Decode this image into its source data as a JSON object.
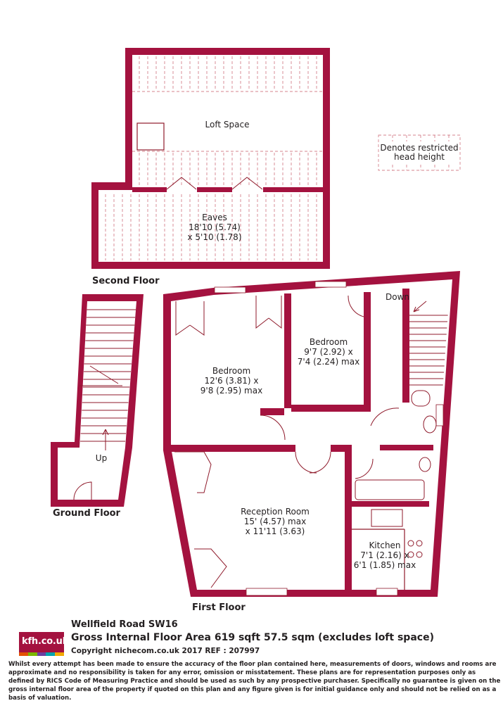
{
  "floors": {
    "second": "Second Floor",
    "first": "First Floor",
    "ground": "Ground Floor"
  },
  "rooms": {
    "loft": {
      "name": "Loft Space"
    },
    "eaves": {
      "name": "Eaves",
      "dim1": "18'10 (5.74)",
      "dim2": "x 5'10 (1.78)"
    },
    "bedroom1": {
      "name": "Bedroom",
      "dim1": "12'6 (3.81) x",
      "dim2": "9'8 (2.95) max"
    },
    "bedroom2": {
      "name": "Bedroom",
      "dim1": "9'7 (2.92) x",
      "dim2": "7'4 (2.24) max"
    },
    "reception": {
      "name": "Reception Room",
      "dim1": "15' (4.57) max",
      "dim2": "x 11'11 (3.63)"
    },
    "kitchen": {
      "name": "Kitchen",
      "dim1": "7'1 (2.16) x",
      "dim2": "6'1 (1.85) max"
    }
  },
  "stairs": {
    "down": "Down",
    "up": "Up"
  },
  "legend": {
    "line1": "Denotes restricted",
    "line2": "head height"
  },
  "footer": {
    "logo": "kfh.co.uk",
    "address": "Wellfield Road  SW16",
    "gia": "Gross Internal Floor Area 619 sqft 57.5 sqm (excludes loft space)",
    "copyright": "Copyright nichecom.co.uk 2017 REF : 207997",
    "disclaimer": "Whilst every attempt has been made to ensure the accuracy of the floor plan contained here, measurements of doors, windows and rooms are approximate and no responsibility is taken for any error, omission or misstatement.  These plans are for representation purposes only as defined by RICS Code of Measuring Practice and should be used as such by any prospective purchaser.  Specifically no guarantee is given on the gross internal floor area of the property if quoted on this plan and any figure given is for initial guidance only and should not be relied on as a basis of valuation."
  },
  "colors": {
    "wall": "#a4123f",
    "hatch": "#d4838d",
    "logo_bar": [
      "#e35205",
      "#7ab800",
      "#6b3fa0",
      "#00a3ad",
      "#f2a900"
    ]
  }
}
